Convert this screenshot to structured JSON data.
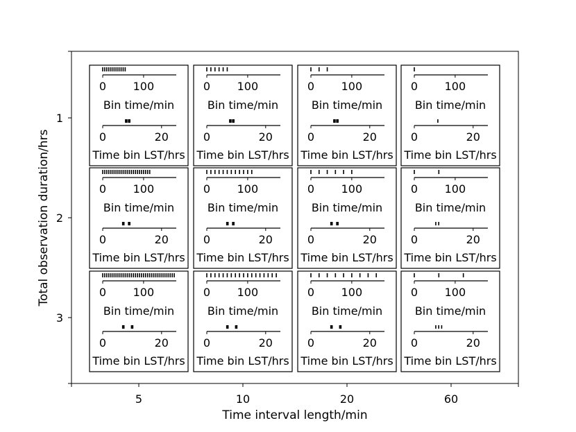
{
  "chart_data": {
    "type": "grid of event timelines",
    "xlabel": "Time interval length/min",
    "ylabel": "Total observation duration/hrs",
    "x_categories": [
      "5",
      "10",
      "20",
      "60"
    ],
    "y_categories": [
      "1",
      "2",
      "3"
    ],
    "inset": {
      "top_xlabel": "Bin time/min",
      "top_ticks": [
        "0",
        "100"
      ],
      "bottom_xlabel": "Time bin LST/hrs",
      "bottom_ticks": [
        "0",
        "20"
      ]
    },
    "cells": [
      {
        "row": "1",
        "col": "5",
        "bin_times_min": [
          0,
          5,
          10,
          15,
          20,
          25,
          30,
          35,
          40,
          45,
          50,
          55
        ],
        "lst_hrs": [
          8.0,
          9.0
        ]
      },
      {
        "row": "1",
        "col": "10",
        "bin_times_min": [
          0,
          10,
          20,
          30,
          40,
          50
        ],
        "lst_hrs": [
          8.0,
          9.0
        ]
      },
      {
        "row": "1",
        "col": "20",
        "bin_times_min": [
          0,
          20,
          40
        ],
        "lst_hrs": [
          8.0,
          9.0
        ]
      },
      {
        "row": "1",
        "col": "60",
        "bin_times_min": [
          0
        ],
        "lst_hrs": [
          8.0
        ]
      },
      {
        "row": "2",
        "col": "5",
        "bin_times_min": [
          0,
          5,
          10,
          15,
          20,
          25,
          30,
          35,
          40,
          45,
          50,
          55,
          60,
          65,
          70,
          75,
          80,
          85,
          90,
          95,
          100,
          105,
          110,
          115
        ],
        "lst_hrs": [
          7.0,
          9.0
        ]
      },
      {
        "row": "2",
        "col": "10",
        "bin_times_min": [
          0,
          10,
          20,
          30,
          40,
          50,
          60,
          70,
          80,
          90,
          100,
          110
        ],
        "lst_hrs": [
          7.0,
          9.0
        ]
      },
      {
        "row": "2",
        "col": "20",
        "bin_times_min": [
          0,
          20,
          40,
          60,
          80,
          100
        ],
        "lst_hrs": [
          7.0,
          9.0
        ]
      },
      {
        "row": "2",
        "col": "60",
        "bin_times_min": [
          0,
          60
        ],
        "lst_hrs": [
          7.3,
          8.3
        ]
      },
      {
        "row": "3",
        "col": "5",
        "bin_times_min": [
          0,
          5,
          10,
          15,
          20,
          25,
          30,
          35,
          40,
          45,
          50,
          55,
          60,
          65,
          70,
          75,
          80,
          85,
          90,
          95,
          100,
          105,
          110,
          115,
          120,
          125,
          130,
          135,
          140,
          145,
          150,
          155,
          160,
          165,
          170,
          175
        ],
        "lst_hrs": [
          7.0,
          10.0
        ]
      },
      {
        "row": "3",
        "col": "10",
        "bin_times_min": [
          0,
          10,
          20,
          30,
          40,
          50,
          60,
          70,
          80,
          90,
          100,
          110,
          120,
          130,
          140,
          150,
          160,
          170
        ],
        "lst_hrs": [
          7.0,
          10.0
        ]
      },
      {
        "row": "3",
        "col": "20",
        "bin_times_min": [
          0,
          20,
          40,
          60,
          80,
          100,
          120,
          140,
          160
        ],
        "lst_hrs": [
          7.0,
          10.0
        ]
      },
      {
        "row": "3",
        "col": "60",
        "bin_times_min": [
          0,
          60,
          120
        ],
        "lst_hrs": [
          7.3,
          8.3,
          9.3
        ]
      }
    ]
  }
}
